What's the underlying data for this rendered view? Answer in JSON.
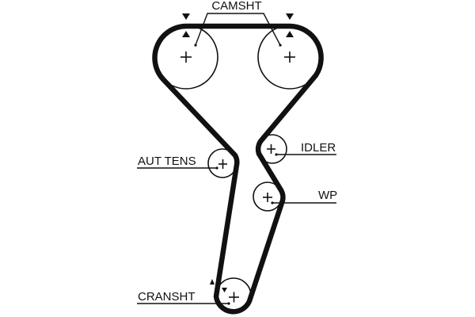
{
  "diagram": {
    "type": "timing-belt-routing",
    "colors": {
      "line": "#111111",
      "background": "#ffffff"
    },
    "labels": {
      "camshaft": "CAMSHT",
      "tensioner": "AUT TENS",
      "idler": "IDLER",
      "water_pump": "WP",
      "crankshaft": "CRANSHT"
    },
    "components": [
      {
        "id": "camshaft-left",
        "label_key": "camshaft",
        "has_timing_mark": true
      },
      {
        "id": "camshaft-right",
        "label_key": "camshaft",
        "has_timing_mark": true
      },
      {
        "id": "tensioner",
        "label_key": "tensioner",
        "has_timing_mark": false
      },
      {
        "id": "idler",
        "label_key": "idler",
        "has_timing_mark": false
      },
      {
        "id": "water-pump",
        "label_key": "water_pump",
        "has_timing_mark": false
      },
      {
        "id": "crankshaft",
        "label_key": "crankshaft",
        "has_timing_mark": true
      }
    ]
  }
}
